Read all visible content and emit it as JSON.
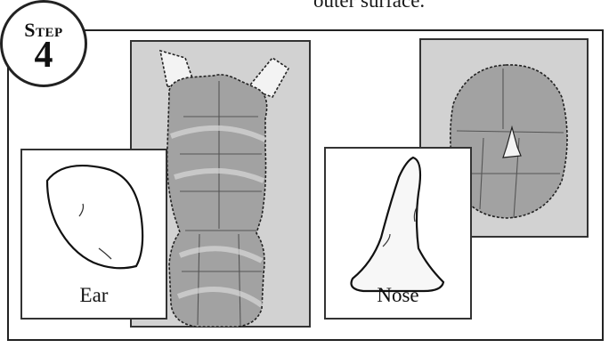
{
  "caption": "outer surface.",
  "step": {
    "word": "Step",
    "number": "4"
  },
  "insets": {
    "ear_label": "Ear",
    "nose_label": "Nose"
  }
}
